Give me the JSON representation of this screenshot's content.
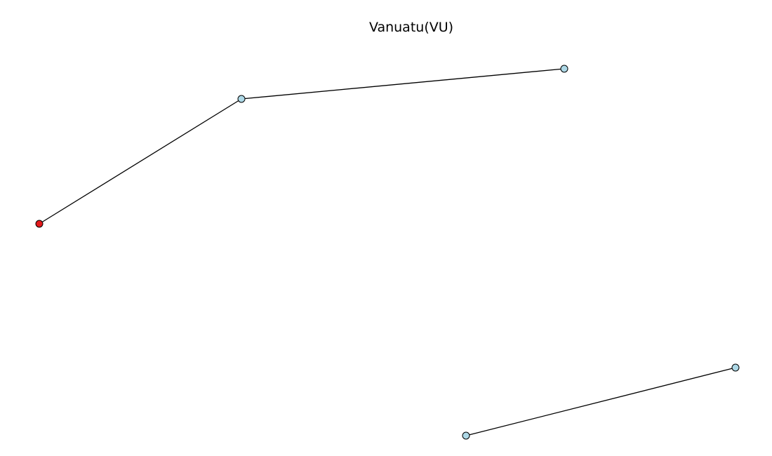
{
  "title": "Vanuatu(VU)",
  "colors": {
    "highlight_node": "#e41a1c",
    "default_node": "#add8e6",
    "edge": "#000000"
  },
  "nodes": [
    {
      "id": "n1",
      "highlighted": true
    },
    {
      "id": "n2",
      "highlighted": false
    },
    {
      "id": "n3",
      "highlighted": false
    },
    {
      "id": "n4",
      "highlighted": false
    },
    {
      "id": "n5",
      "highlighted": false
    }
  ],
  "edges": [
    {
      "source": "n1",
      "target": "n2"
    },
    {
      "source": "n2",
      "target": "n3"
    },
    {
      "source": "n4",
      "target": "n5"
    }
  ]
}
